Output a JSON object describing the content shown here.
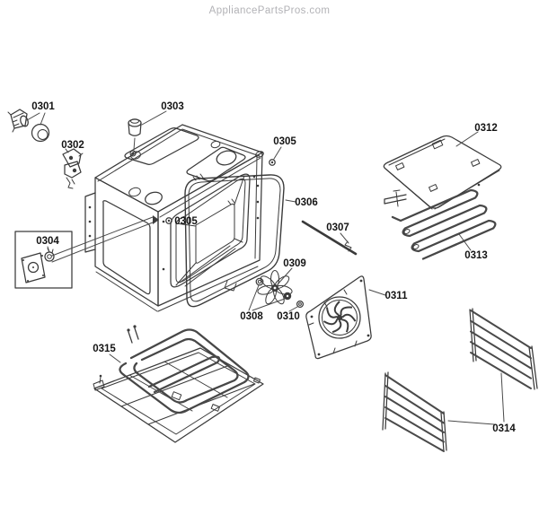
{
  "watermark": "AppliancePartsPros.com",
  "labels": [
    {
      "part": "0301",
      "text": "0301"
    },
    {
      "part": "0302",
      "text": "0302"
    },
    {
      "part": "0303",
      "text": "0303"
    },
    {
      "part": "0304",
      "text": "0304"
    },
    {
      "part": "0305",
      "text": "0305"
    },
    {
      "part": "0305",
      "text": "0305"
    },
    {
      "part": "0306",
      "text": "0306"
    },
    {
      "part": "0307",
      "text": "0307"
    },
    {
      "part": "0308",
      "text": "0308"
    },
    {
      "part": "0309",
      "text": "0309"
    },
    {
      "part": "0310",
      "text": "0310"
    },
    {
      "part": "0311",
      "text": "0311"
    },
    {
      "part": "0312",
      "text": "0312"
    },
    {
      "part": "0313",
      "text": "0313"
    },
    {
      "part": "0314",
      "text": "0314"
    },
    {
      "part": "0315",
      "text": "0315"
    }
  ],
  "colors": {
    "background": "#ffffff",
    "line": "#3a3a3a",
    "label": "#141414",
    "watermark": "#b2b2b6"
  }
}
